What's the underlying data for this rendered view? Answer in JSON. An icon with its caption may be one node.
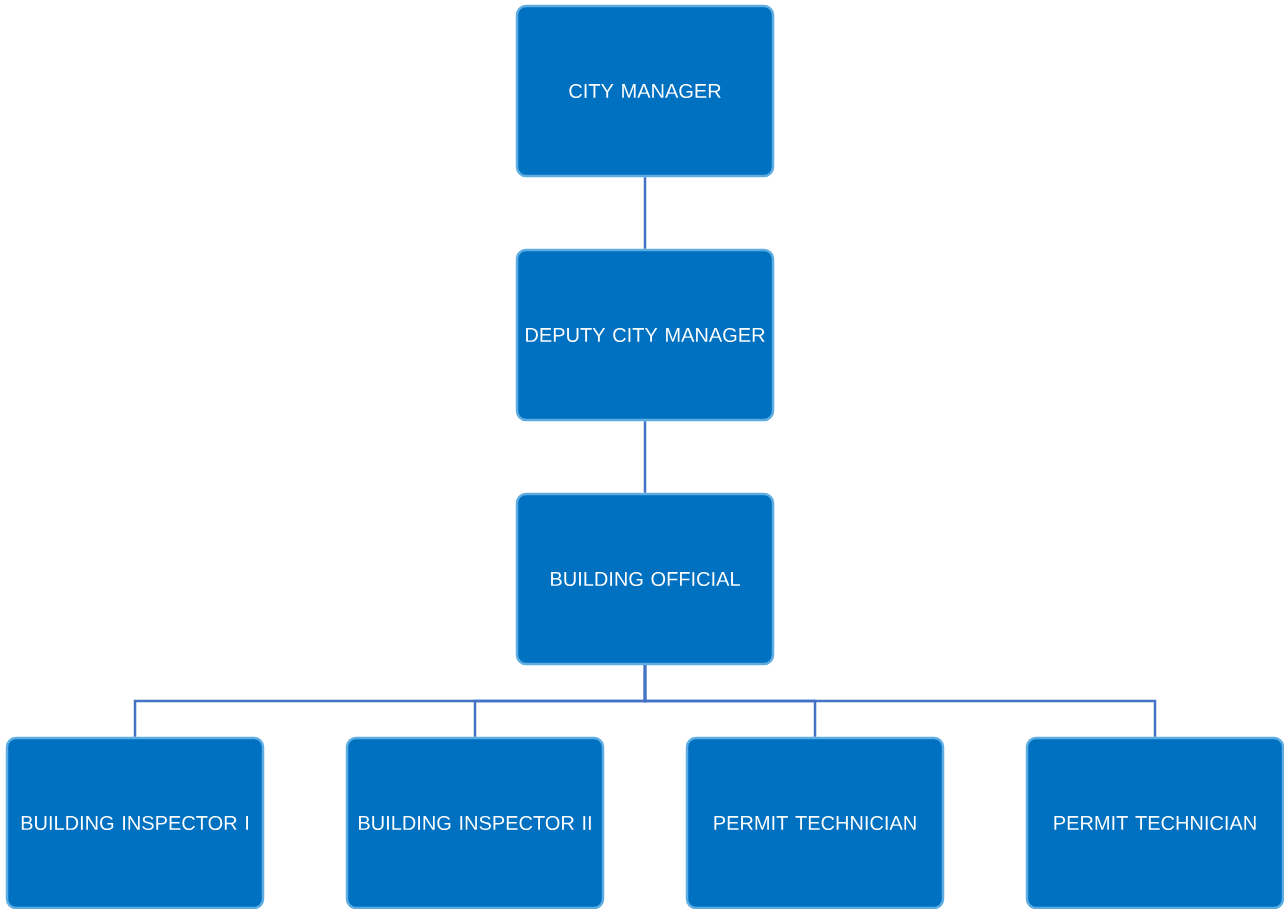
{
  "diagram": {
    "nodes": [
      {
        "text": [
          "CITY MANAGER"
        ]
      },
      {
        "text": [
          "DEPUTY CITY MANAGER"
        ]
      },
      {
        "text": [
          "BUILDING OFFICIAL"
        ]
      },
      {
        "text": [
          "BUILDING INSPECTOR I"
        ]
      },
      {
        "text": [
          "BUILDING INSPECTOR II"
        ]
      },
      {
        "text": [
          "PERMIT TECHNICIAN"
        ]
      },
      {
        "text": [
          "PERMIT TECHNICIAN"
        ]
      }
    ],
    "edges": [
      {
        "from": 0,
        "to": 1,
        "arrow": "none"
      },
      {
        "from": 1,
        "to": 2,
        "arrow": "none"
      },
      {
        "from": 2,
        "to": 3,
        "arrow": "none"
      },
      {
        "from": 2,
        "to": 4,
        "arrow": "none"
      },
      {
        "from": 2,
        "to": 5,
        "arrow": "none"
      },
      {
        "from": 2,
        "to": 6,
        "arrow": "none"
      }
    ]
  }
}
